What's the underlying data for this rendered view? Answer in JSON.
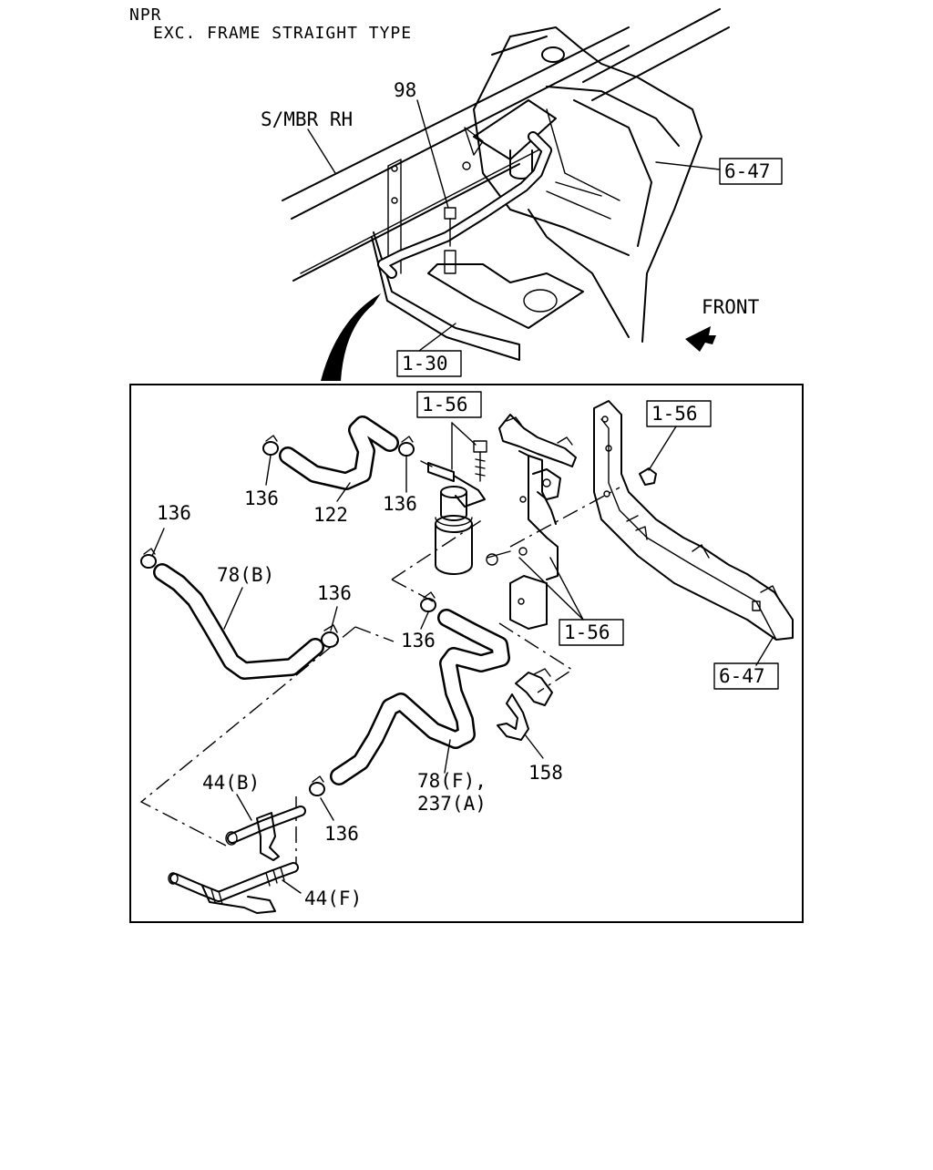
{
  "header": {
    "model": "NPR",
    "variant": "EXC. FRAME STRAIGHT TYPE"
  },
  "overview": {
    "frame_label": "S/MBR RH",
    "bolt_label": "98",
    "front_label": "FRONT",
    "ref_frame": "6-47",
    "ref_bracket": "1-30"
  },
  "detail": {
    "refs": {
      "ref_top": "1-56",
      "ref_right": "1-56",
      "ref_mid": "1-56",
      "ref_frame": "6-47"
    },
    "labels": {
      "clamp_a": "136",
      "hose_122": "122",
      "clamp_b": "136",
      "clamp_c": "136",
      "hose_78b": "78(B)",
      "clamp_d": "136",
      "clamp_e": "136",
      "clip_158": "158",
      "hose_78f_line1": "78(F),",
      "hose_78f_line2": "237(A)",
      "pipe_44b": "44(B)",
      "clamp_f": "136",
      "pipe_44f": "44(F)"
    }
  }
}
